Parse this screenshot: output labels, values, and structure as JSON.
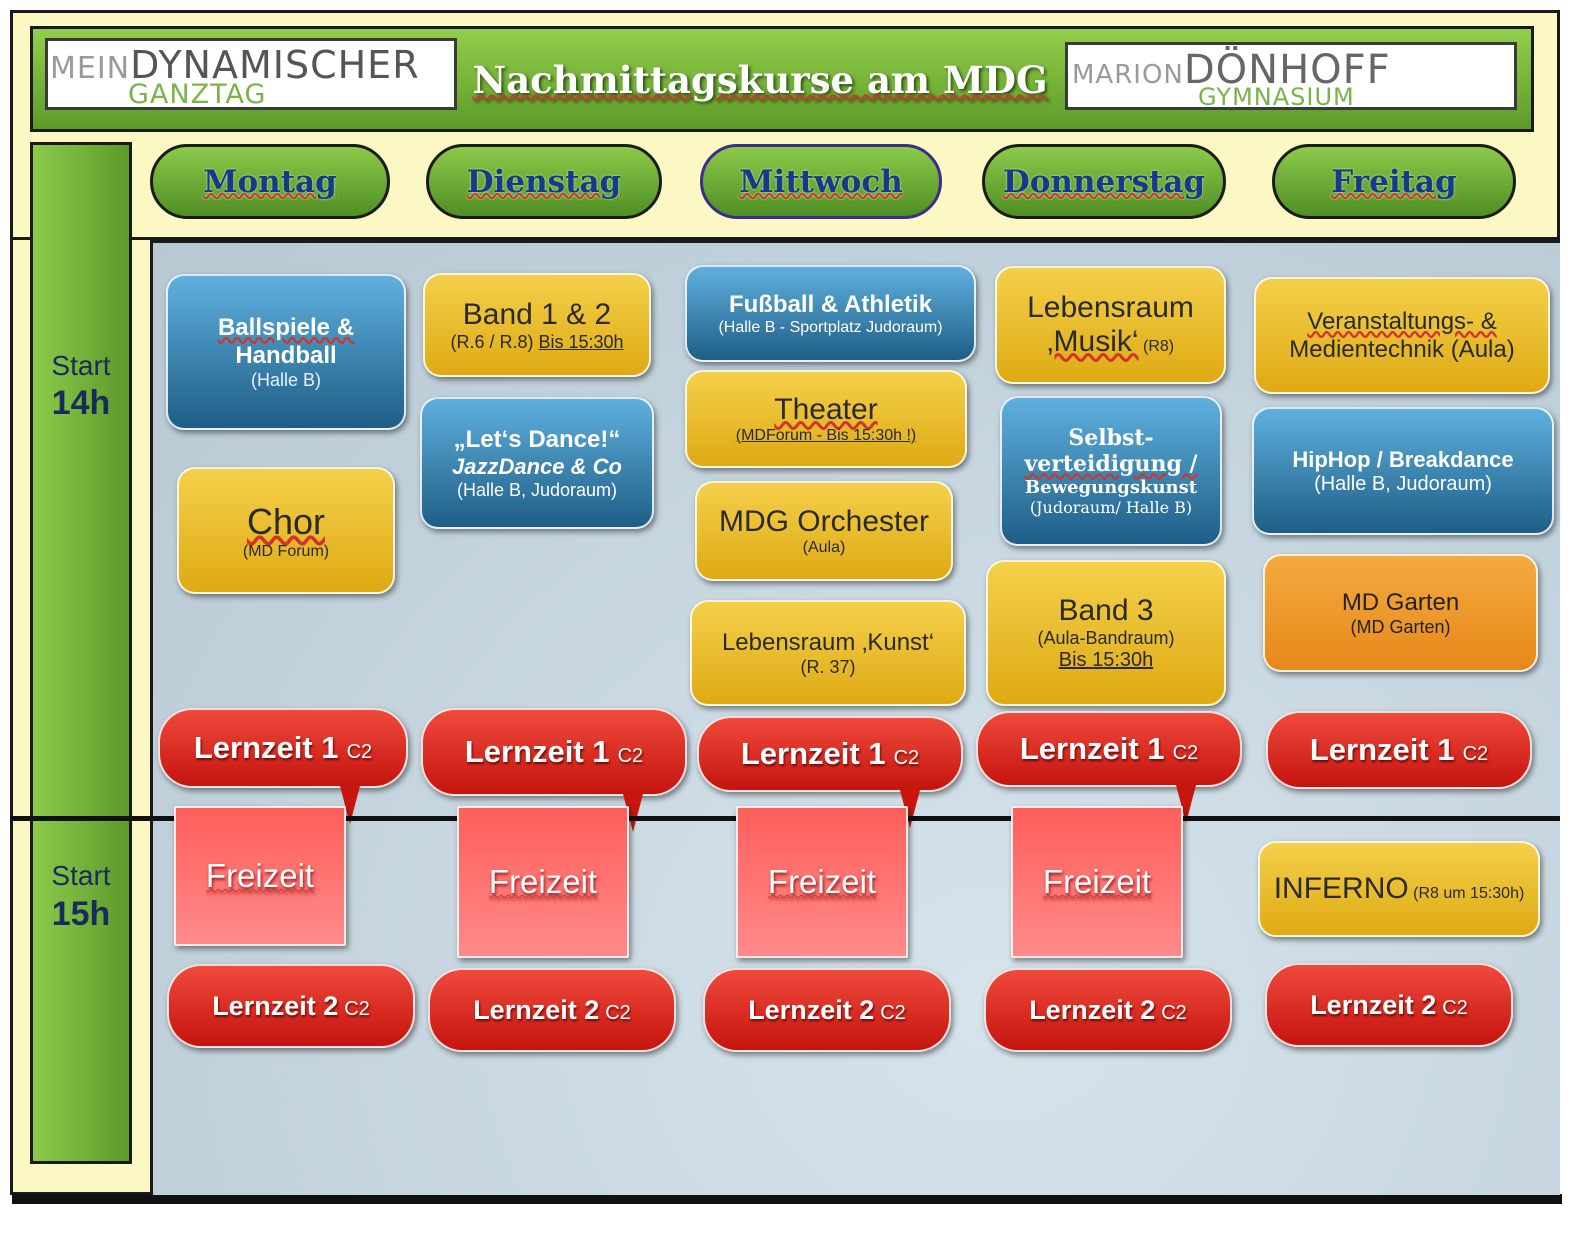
{
  "header": {
    "title": "Nachmittagskurse am MDG",
    "logo_left": {
      "line1_small": "MEIN",
      "line1_big": "DYNAMISCHER",
      "line2": "GANZTAG"
    },
    "logo_right": {
      "line1_small": "MARION",
      "line1_big": "DÖNHOFF",
      "line2": "GYMNASIUM"
    }
  },
  "days": [
    "Montag",
    "Dienstag",
    "Mittwoch",
    "Donnerstag",
    "Freitag"
  ],
  "times": [
    {
      "label": "Start",
      "hour": "14h"
    },
    {
      "label": "Start",
      "hour": "15h"
    }
  ],
  "courses": {
    "montag": {
      "ballspiele": {
        "line1": "Ballspiele &",
        "line2": "Handball",
        "room": "(Halle B)"
      },
      "chor": {
        "name": "Chor",
        "room": "(MD Forum)"
      }
    },
    "dienstag": {
      "band12": {
        "name": "Band 1 & 2",
        "room": "(R.6 / R.8)",
        "time": "Bis 15:30h"
      },
      "dance": {
        "line1": "„Let‘s Dance!“",
        "line2": "JazzDance & Co",
        "room": "(Halle B, Judoraum)"
      }
    },
    "mittwoch": {
      "fussball": {
        "name": "Fußball & Athletik",
        "room": "(Halle B - Sportplatz Judoraum)"
      },
      "theater": {
        "name": "Theater",
        "room": "(MDForum - Bis 15:30h !)"
      },
      "orchester": {
        "name": "MDG Orchester",
        "room": "(Aula)"
      },
      "kunst": {
        "name": "Lebensraum ‚Kunst‘",
        "room": "(R. 37)"
      }
    },
    "donnerstag": {
      "musik": {
        "line1": "Lebensraum",
        "line2": "‚Musik‘",
        "room": "(R8)"
      },
      "selbst": {
        "line1": "Selbst-",
        "line2": "verteidigung /",
        "line3": "Bewegungskunst",
        "room": "(Judoraum/ Halle B)"
      },
      "band3": {
        "name": "Band 3",
        "room": "(Aula-Bandraum)",
        "time": "Bis 15:30h"
      }
    },
    "freitag": {
      "technik": {
        "line1": "Veranstaltungs- &",
        "line2": "Medientechnik (Aula)"
      },
      "hiphop": {
        "name": "HipHop / Breakdance",
        "room": "(Halle B, Judoraum)"
      },
      "garten": {
        "name": "MD Garten",
        "room": "(MD Garten)"
      },
      "inferno": {
        "name": "INFERNO",
        "note": "(R8 um 15:30h)"
      }
    }
  },
  "lernzeit1": {
    "label": "Lernzeit 1",
    "room": "C2"
  },
  "lernzeit2": {
    "label": "Lernzeit 2",
    "room": "C2"
  },
  "freizeit": "Freizeit",
  "colors": {
    "blue": "#2a7bb0",
    "yellow": "#eebc2a",
    "orange": "#ee9a2a",
    "red": "#d8221a",
    "green": "#6fb035",
    "background": "#fbf8c4"
  }
}
